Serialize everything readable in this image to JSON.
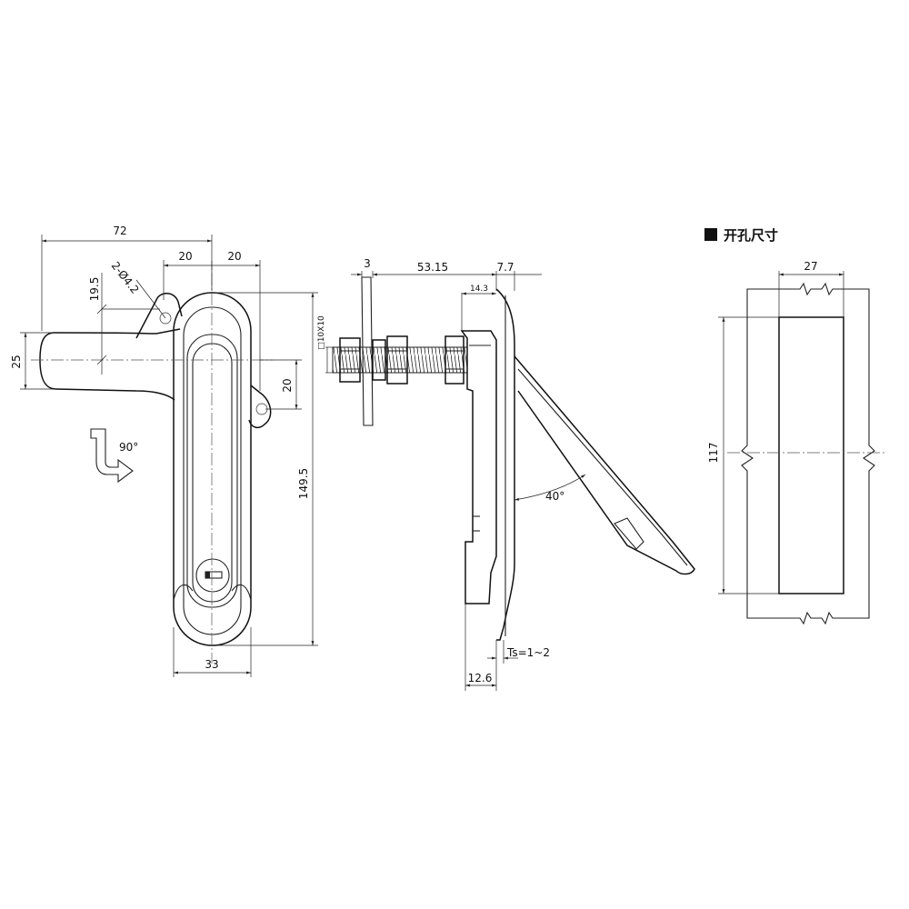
{
  "front_view": {
    "dim_overall_width": "72",
    "dim_half_left": "20",
    "dim_half_right": "20",
    "dim_hole": "2-Ø4.2",
    "dim_handle_offset": "19.5",
    "dim_handle_height": "25",
    "dim_hinge_offset": "20",
    "dim_total_height": "149.5",
    "dim_body_width": "33",
    "rotation_label": "90°"
  },
  "side_view": {
    "dim_plate": "3",
    "dim_rod_length": "53.15",
    "dim_head": "7.7",
    "dim_small": "14.3",
    "dim_square": "□10X10",
    "dim_angle": "40°",
    "dim_thickness": "Ts=1~2",
    "dim_base": "12.6"
  },
  "cutout": {
    "title": "开孔尺寸",
    "dim_width": "27",
    "dim_height": "117"
  }
}
